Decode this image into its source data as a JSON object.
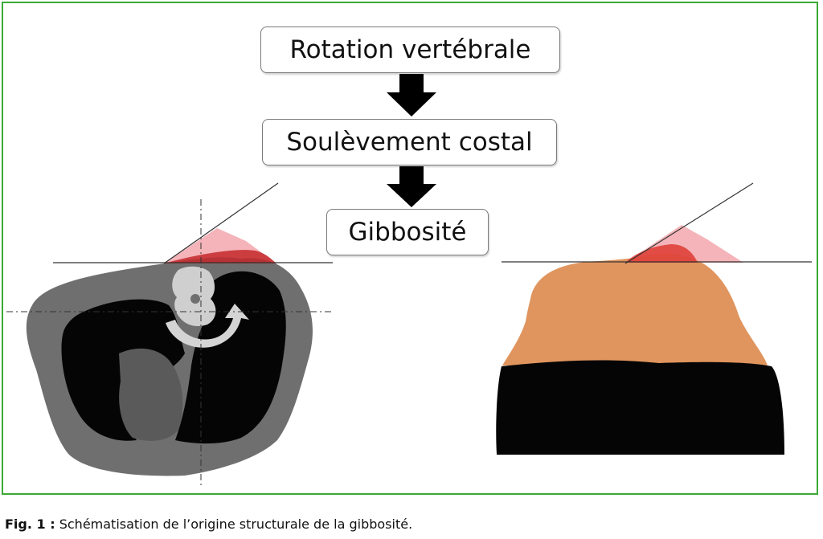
{
  "flow": {
    "steps": [
      "Rotation vertébrale",
      "Soulèvement costal",
      "Gibbosité"
    ]
  },
  "caption": {
    "label": "Fig. 1 :",
    "text": "Schématisation de l’origine structurale de la gibbosité."
  },
  "colors": {
    "frame": "#3aaa35",
    "ct_body": "#6f6f6f",
    "lung": "#050505",
    "bone": "#cfcfcf",
    "skin": "#e0955e",
    "clothing": "#050505",
    "hump_highlight": "#e0403a",
    "angle_fill": "#f2a7ad"
  }
}
